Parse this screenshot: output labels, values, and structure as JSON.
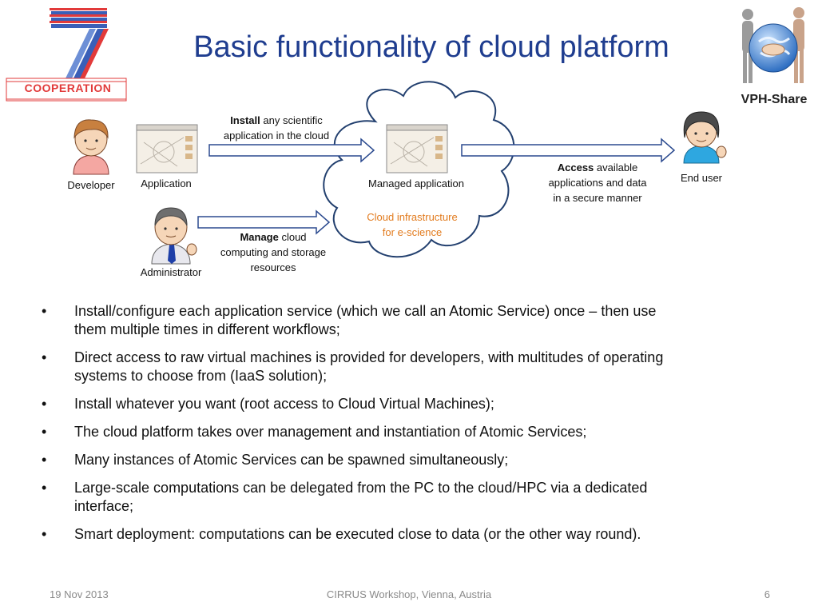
{
  "slide": {
    "title": "Basic functionality of cloud platform"
  },
  "logos": {
    "left": {
      "text": "COOPERATION",
      "numeral": "7",
      "icon": "fp7-logo-icon"
    },
    "right": {
      "text": "VPH-Share",
      "icon": "vph-share-logo-icon"
    }
  },
  "diagram": {
    "developer_label": "Developer",
    "application_label": "Application",
    "administrator_label": "Administrator",
    "managed_application_label": "Managed application",
    "cloud_label_line1": "Cloud infrastructure",
    "cloud_label_line2": "for e-science",
    "end_user_label": "End user",
    "install_bold": "Install",
    "install_rest_1": " any scientific",
    "install_line2": "application in the cloud",
    "manage_bold": "Manage",
    "manage_rest_1": " cloud",
    "manage_line2": "computing and storage",
    "manage_line3": "resources",
    "access_bold": "Access",
    "access_rest_1": " available",
    "access_line2": "applications and data",
    "access_line3": "in a secure manner"
  },
  "bullets": {
    "marker": "•",
    "items": [
      {
        "line1": "Install/configure each application service (which we call an Atomic Service) once – then use",
        "line2": "them multiple times in different workflows;"
      },
      {
        "line1": "Direct access to raw virtual machines is provided for developers, with multitudes of operating",
        "line2": "systems to choose from (IaaS solution);"
      },
      {
        "line1": "Install whatever you want (root access to Cloud Virtual Machines);",
        "line2": ""
      },
      {
        "line1": "The cloud platform takes over management and instantiation of Atomic Services;",
        "line2": ""
      },
      {
        "line1": "Many instances of Atomic Services can be spawned simultaneously;",
        "line2": ""
      },
      {
        "line1": "Large-scale computations can be delegated from the PC to the cloud/HPC via a dedicated",
        "line2": "interface;"
      },
      {
        "line1": "Smart deployment: computations can be executed close to data (or the other way round).",
        "line2": ""
      }
    ]
  },
  "footer": {
    "date": "19 Nov 2013",
    "event": "CIRRUS Workshop, Vienna, Austria",
    "page": "6"
  },
  "colors": {
    "title": "#1f3d8f",
    "cloud_label": "#e27b1e",
    "arrow_fill": "#ffffff",
    "arrow_stroke": "#2b4a8f",
    "cloud_stroke": "#23406f"
  }
}
